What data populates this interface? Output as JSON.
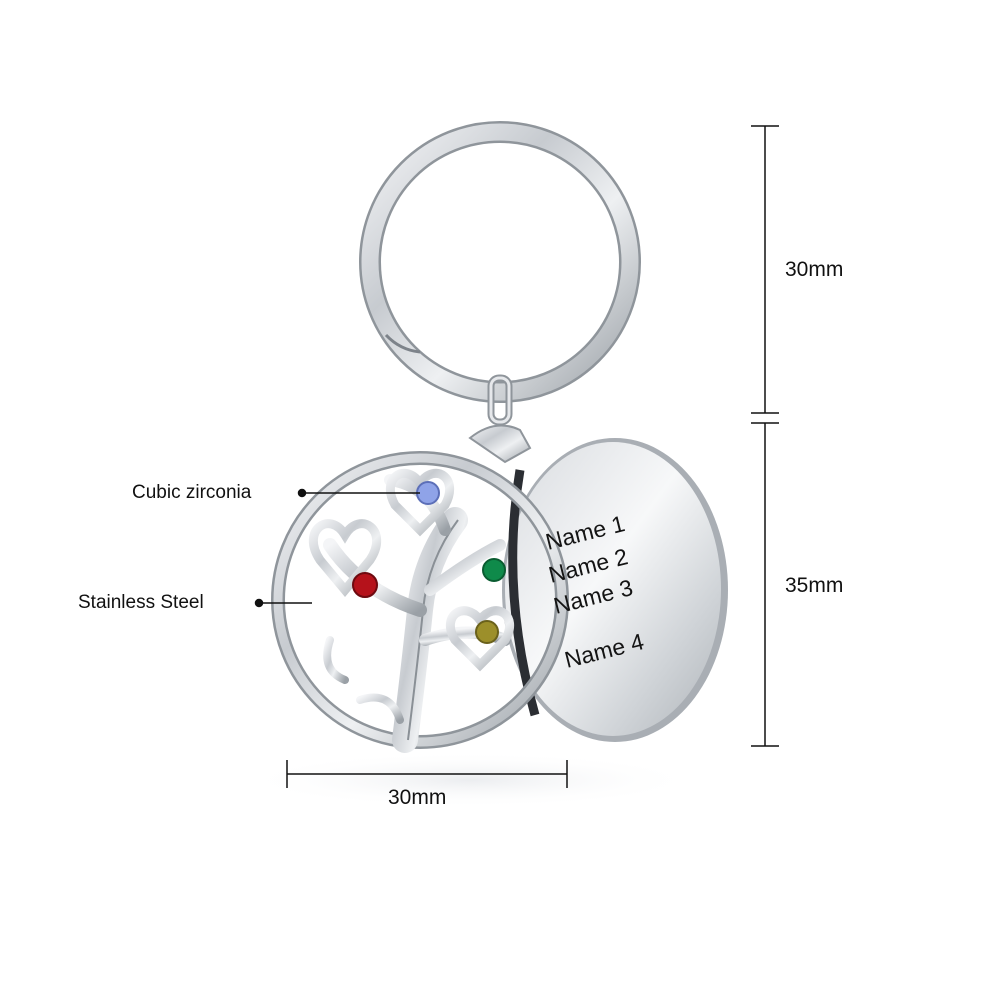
{
  "callouts": {
    "gem": "Cubic zirconia",
    "metal": "Stainless Steel"
  },
  "dimensions": {
    "ring_height": "30mm",
    "pendant_height": "35mm",
    "pendant_width": "30mm"
  },
  "engraving": {
    "names": [
      "Name 1",
      "Name 2",
      "Name 3",
      "Name 4"
    ]
  },
  "colors": {
    "background": "#ffffff",
    "steel": "#c9cdd2",
    "gem_blue": "#8fa3e8",
    "gem_red": "#b5121b",
    "gem_green": "#0f8a4a",
    "gem_olive": "#9c8f2a"
  }
}
